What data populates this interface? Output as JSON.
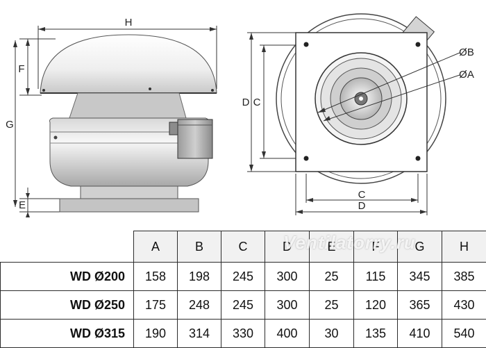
{
  "drawing": {
    "side_view_labels": {
      "h": "H",
      "f": "F",
      "g": "G",
      "e": "E"
    },
    "top_view_labels": {
      "ob": "ØB",
      "oa": "ØA",
      "d_vert": "D",
      "c_vert": "C",
      "c_horiz": "C",
      "d_horiz": "D"
    }
  },
  "watermark": "Ventilatorry.ru",
  "table": {
    "headers": [
      "A",
      "B",
      "C",
      "D",
      "E",
      "F",
      "G",
      "H"
    ],
    "rows": [
      {
        "model": "WD Ø200",
        "values": [
          "158",
          "198",
          "245",
          "300",
          "25",
          "115",
          "345",
          "385"
        ]
      },
      {
        "model": "WD Ø250",
        "values": [
          "175",
          "248",
          "245",
          "300",
          "25",
          "120",
          "365",
          "430"
        ]
      },
      {
        "model": "WD Ø315",
        "values": [
          "190",
          "314",
          "330",
          "400",
          "30",
          "135",
          "410",
          "540"
        ]
      }
    ]
  }
}
